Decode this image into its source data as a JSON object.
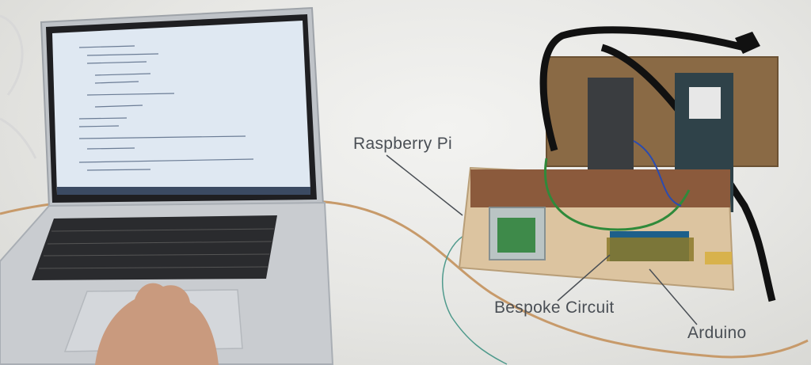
{
  "labels": {
    "raspberry_pi": "Raspberry Pi",
    "bespoke_circuit": "Bespoke Circuit",
    "arduino": "Arduino"
  },
  "colors": {
    "background": "#e6e6e3",
    "laptop_body": "#c9ccd0",
    "screen": "#dfe8f2",
    "board_wood": "#dcc4a0",
    "backboard": "#8a6a45",
    "annotation_text": "#4a4f55"
  }
}
